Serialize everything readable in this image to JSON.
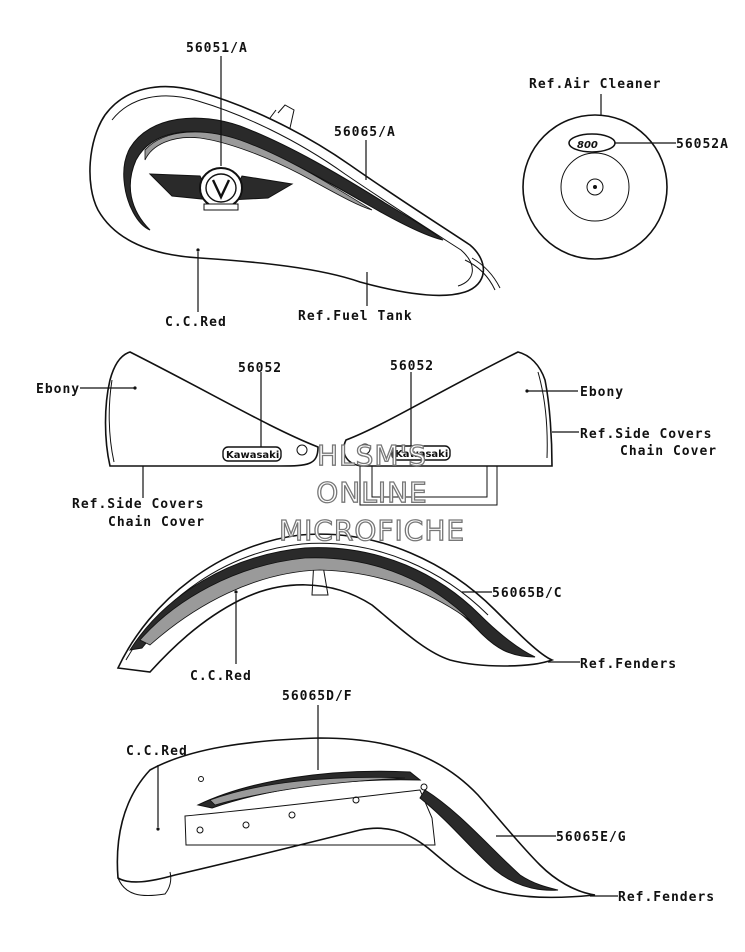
{
  "labels": {
    "tank_emblem": "56051/A",
    "tank_stripe": "56065/A",
    "tank_color": "C.C.Red",
    "tank_ref": "Ref.Fuel Tank",
    "air_ref": "Ref.Air Cleaner",
    "air_decal": "56052A",
    "side_left_decal": "56052",
    "side_right_decal": "56052",
    "side_left_color": "Ebony",
    "side_right_color": "Ebony",
    "side_left_ref_1": "Ref.Side Covers",
    "side_left_ref_2": "Chain Cover",
    "side_right_ref_1": "Ref.Side Covers",
    "side_right_ref_2": "Chain Cover",
    "front_fender_stripe": "56065B/C",
    "front_fender_color": "C.C.Red",
    "front_fender_ref": "Ref.Fenders",
    "rear_fender_stripe_top": "56065D/F",
    "rear_fender_color": "C.C.Red",
    "rear_fender_stripe_side": "56065E/G",
    "rear_fender_ref": "Ref.Fenders"
  },
  "badges": {
    "air_cleaner": "800",
    "side_left": "Kawasaki",
    "side_right": "Kawasaki"
  },
  "watermark": {
    "line1": "HLSM'S",
    "line2": "ONLINE",
    "line3": "MICROFICHE"
  }
}
